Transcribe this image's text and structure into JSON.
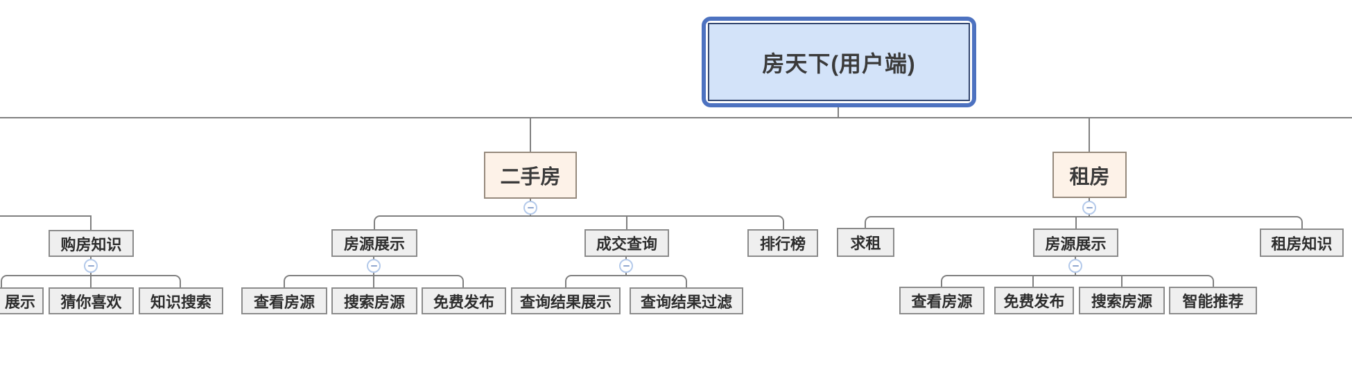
{
  "diagram": {
    "type": "mindmap-orgchart",
    "collapse_symbol": "−",
    "colors": {
      "root_border": "#4d72c0",
      "root_inner_border": "#32466f",
      "root_fill": "#d3e3f9",
      "branch_fill": "#fdf2e8",
      "branch_border": "#95897c",
      "leaf_fill": "#efefef",
      "leaf_border": "#8a8a8a",
      "connector_line": "#7f7f7f",
      "collapse_border": "#b3c9ea",
      "collapse_minus": "#8fa6cf",
      "text": "#2f2f2f"
    },
    "root": {
      "label": "房天下(用户端)"
    },
    "branches": {
      "ershoufang": {
        "label": "二手房",
        "children": {
          "fangyuan_zhanshi": {
            "label": "房源展示",
            "children": {
              "chakan_fangyuan": {
                "label": "查看房源"
              },
              "sousuo_fangyuan": {
                "label": "搜索房源"
              },
              "mianfei_fabu": {
                "label": "免费发布"
              }
            }
          },
          "chengjiao_chaxun": {
            "label": "成交查询",
            "children": {
              "jieguo_zhanshi": {
                "label": "查询结果展示"
              },
              "jieguo_guolv": {
                "label": "查询结果过滤"
              }
            }
          },
          "paihangbang": {
            "label": "排行榜"
          }
        }
      },
      "zufang": {
        "label": "租房",
        "children": {
          "qiuzu": {
            "label": "求租"
          },
          "fangyuan_zhanshi": {
            "label": "房源展示",
            "children": {
              "chakan_fangyuan": {
                "label": "查看房源"
              },
              "mianfei_fabu": {
                "label": "免费发布"
              },
              "sousuo_fangyuan": {
                "label": "搜索房源"
              },
              "zhineng_tuijian": {
                "label": "智能推荐"
              }
            }
          },
          "zufang_zhishi": {
            "label": "租房知识"
          }
        }
      }
    },
    "left_offscreen_subtree": {
      "goufang_zhishi": {
        "label": "购房知识",
        "children": {
          "zhanshi_partial": {
            "label": "展示"
          },
          "cai_ni_xihuan": {
            "label": "猜你喜欢"
          },
          "zhishi_sousuo": {
            "label": "知识搜索"
          }
        }
      }
    }
  }
}
